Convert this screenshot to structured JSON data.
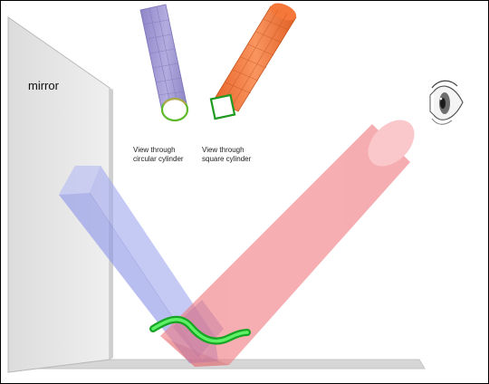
{
  "labels": {
    "mirror": "mirror",
    "view_circular": "View through\ncircular cylinder",
    "view_square": "View through\nsquare cylinder"
  },
  "colors": {
    "mirror_fill": "#e6e6e6",
    "blue_cylinder": "#9fa6ee",
    "red_cylinder": "#f48f94",
    "purple_cylinder": "#a39ad6",
    "orange_cylinder": "#f47f42",
    "green_object": "#2fd83a",
    "floor": "#d8d8d8"
  },
  "icons": {
    "eye": "eye-icon"
  }
}
